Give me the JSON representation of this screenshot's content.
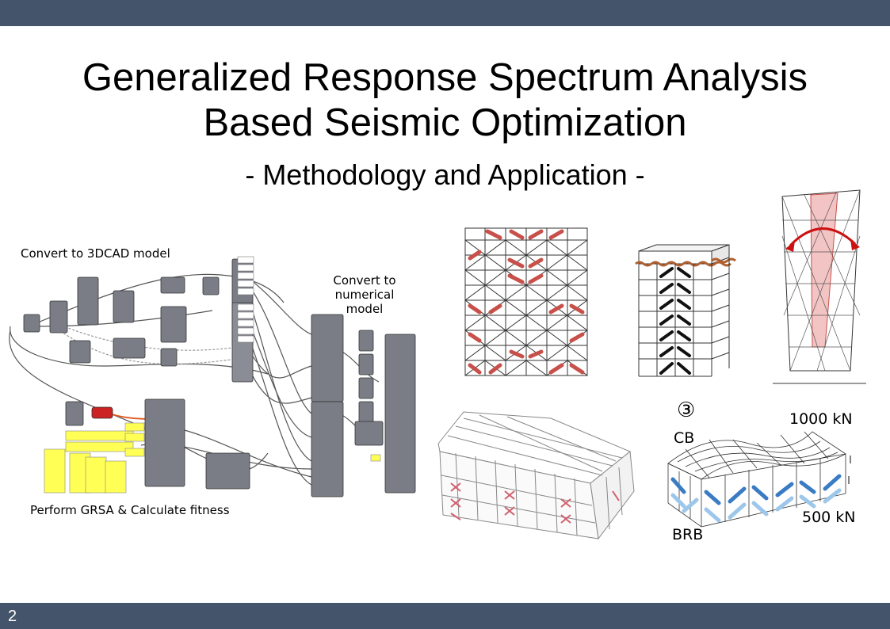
{
  "slide": {
    "title_line1": "Generalized Response Spectrum Analysis",
    "title_line2": "Based Seismic Optimization",
    "subtitle": "- Methodology and Application -",
    "page_number": "2"
  },
  "labels": {
    "convert_3dcad": "Convert to 3DCAD model",
    "convert_numerical_1": "Convert to",
    "convert_numerical_2": "numerical model",
    "perform_grsa": "Perform GRSA & Calculate fitness"
  },
  "roof_figure": {
    "marker": "③",
    "load_top": "1000 kN",
    "load_bottom": "500 kN",
    "cb_label": "CB",
    "brb_label": "BRB"
  },
  "colors": {
    "bar": "#44546a",
    "brace_red": "#c8504a",
    "brace_blue": "#3a7cc4",
    "node_yellow": "#ffff55"
  }
}
